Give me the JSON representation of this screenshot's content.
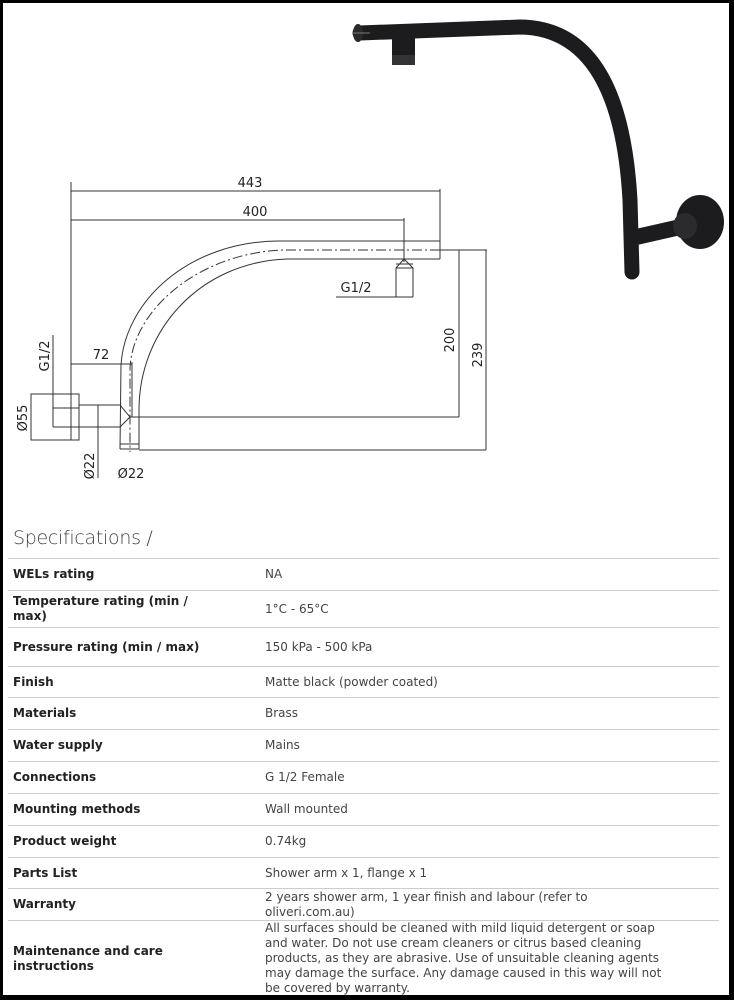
{
  "product_image": {
    "alt_icon": "shower-arm-photo",
    "color": "#1c1c1e"
  },
  "drawing": {
    "dims": {
      "d443": "443",
      "d400": "400",
      "g12_top": "G1/2",
      "g12_left": "G1/2",
      "d72": "72",
      "d200": "200",
      "d239": "239",
      "d55": "Ø55",
      "d22a": "Ø22",
      "d22b": "Ø22"
    }
  },
  "specs": {
    "title": "Specifications /",
    "rows": [
      {
        "label": "WELs rating",
        "value": "NA"
      },
      {
        "label": "Temperature rating (min / max)",
        "value": "1°C - 65°C"
      },
      {
        "label": "Pressure rating (min / max)",
        "value": "150 kPa - 500 kPa"
      },
      {
        "label": "Finish",
        "value": "Matte black (powder coated)"
      },
      {
        "label": "Materials",
        "value": "Brass"
      },
      {
        "label": "Water supply",
        "value": "Mains"
      },
      {
        "label": "Connections",
        "value": "G 1/2 Female"
      },
      {
        "label": "Mounting methods",
        "value": "Wall mounted"
      },
      {
        "label": "Product weight",
        "value": "0.74kg"
      },
      {
        "label": "Parts List",
        "value": "Shower arm x 1, flange x 1"
      },
      {
        "label": "Warranty",
        "value": "2 years shower arm, 1 year finish and labour (refer to oliveri.com.au)"
      },
      {
        "label": "Maintenance and care instructions",
        "value": "All surfaces should be cleaned with mild liquid detergent or soap and water. Do not use cream cleaners or citrus based cleaning products, as they are abrasive. Use of unsuitable cleaning agents may damage the surface. Any damage caused in this way will not be covered by warranty."
      }
    ]
  }
}
